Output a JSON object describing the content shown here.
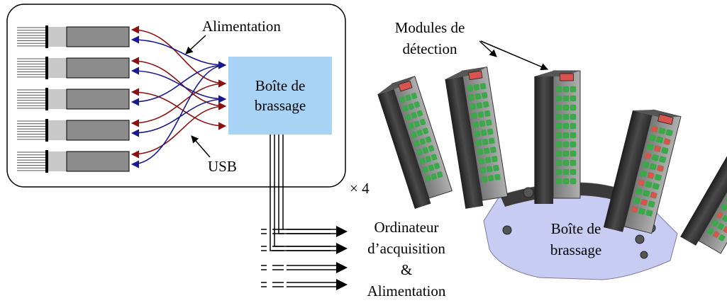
{
  "schematic": {
    "power_label": "Alimentation",
    "usb_label": "USB",
    "patch_box_label_line1": "Boîte de",
    "patch_box_label_line2": "brassage",
    "multiplier_label": "× 4",
    "module_count": 5,
    "colors": {
      "power_wire": "#8b1010",
      "usb_wire": "#1a1a8c",
      "patch_box_fill": "#a9d3f5",
      "module_body": "#8c8c8c",
      "module_cap": "#c8c8c8"
    }
  },
  "output": {
    "line1": "Ordinateur",
    "line2": "d’acquisition",
    "line3": "&",
    "line4": "Alimentation"
  },
  "render3d": {
    "modules_label_line1": "Modules de",
    "modules_label_line2": "détection",
    "box_label_line1": "Boîte de",
    "box_label_line2": "brassage",
    "colors": {
      "chassis": "#c9ccf2",
      "module_dark": "#2e2e2e",
      "led_green": "#3da84a",
      "led_red": "#d9534f"
    }
  }
}
